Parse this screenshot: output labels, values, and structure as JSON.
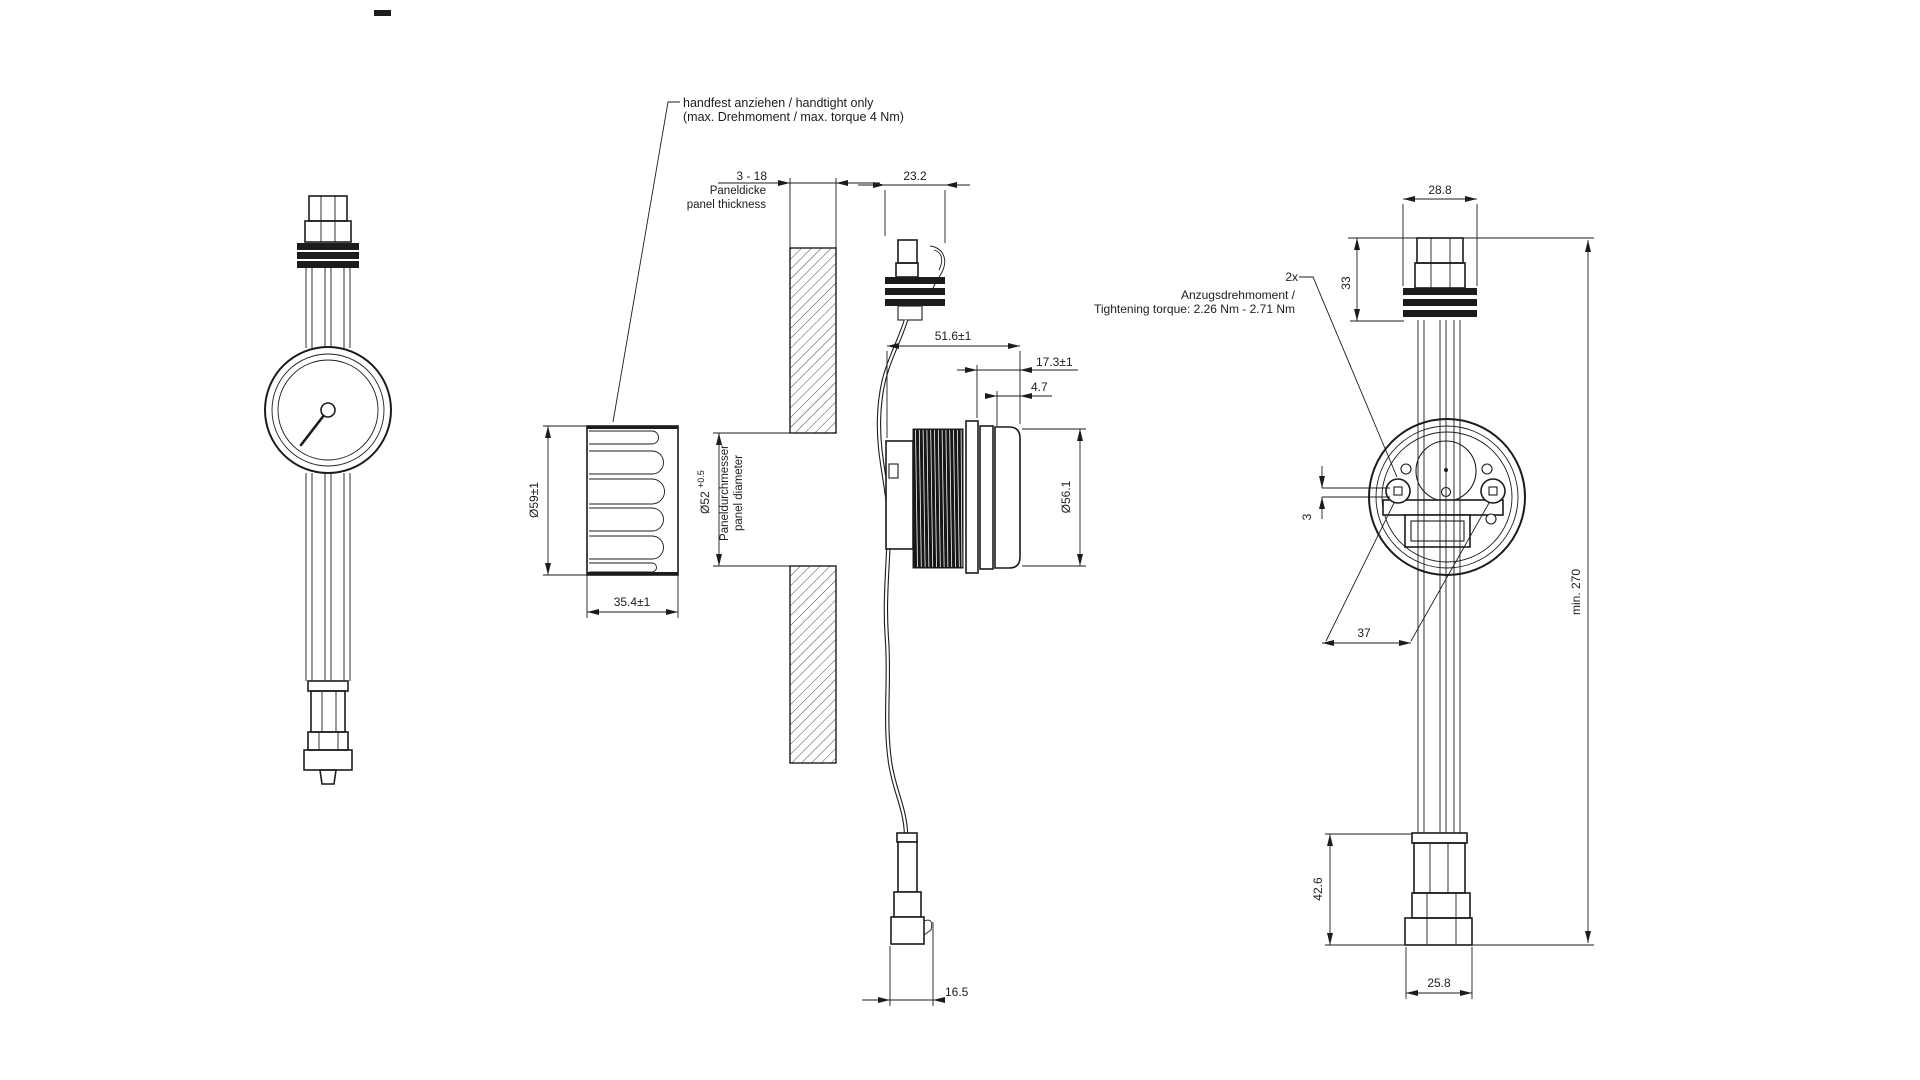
{
  "notes": {
    "handtight": {
      "line1": "handfest anziehen / handtight only",
      "line2": "(max. Drehmoment / max. torque 4 Nm)"
    },
    "torque": {
      "qty": "2x",
      "line1": "Anzugsdrehmoment /",
      "line2": "Tightening torque: 2.26 Nm - 2.71 Nm"
    }
  },
  "dims": {
    "panel_thickness": {
      "value": "3 - 18",
      "label_de": "Paneldicke",
      "label_en": "panel thickness"
    },
    "top_connector_width": {
      "value": "23.2"
    },
    "nut_od": {
      "value": "Ø59±1"
    },
    "nut_length": {
      "value": "35.4±1"
    },
    "panel_hole": {
      "value": "Ø52",
      "tol": "+0.5",
      "label_de": "Paneldurchmesser",
      "label_en": "panel diameter"
    },
    "housing_length": {
      "value": "51.6±1"
    },
    "front_depth": {
      "value": "17.3±1"
    },
    "bezel_depth": {
      "value": "4.7"
    },
    "body_od": {
      "value": "Ø56.1"
    },
    "bottom_connector_width": {
      "value": "16.5"
    },
    "head_width": {
      "value": "28.8"
    },
    "head_height": {
      "value": "33"
    },
    "terminal_thickness": {
      "value": "3"
    },
    "terminal_spacing": {
      "value": "37"
    },
    "min_length": {
      "value": "min. 270"
    },
    "foot_height": {
      "value": "42.6"
    },
    "foot_width": {
      "value": "25.8"
    }
  }
}
